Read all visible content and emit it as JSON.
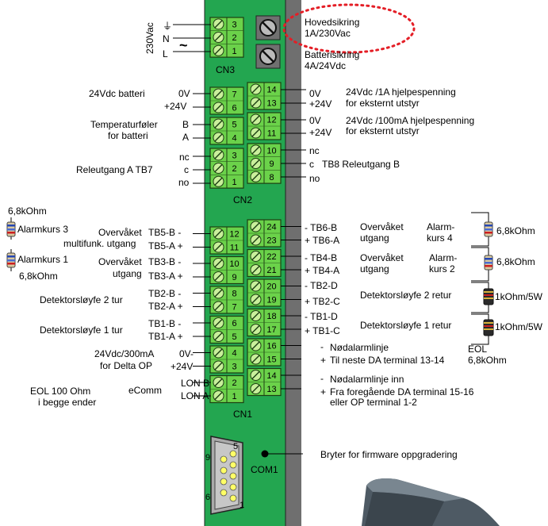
{
  "colors": {
    "board": "#23a650",
    "terminal": "#6bd24a",
    "rail": "#6f6f6f",
    "dashed_circle": "#e41e26",
    "pin": "#ffff66"
  },
  "fuses": {
    "main": [
      "Hovedsikring",
      "1A/230Vac"
    ],
    "battery": [
      "Batterisikring",
      "4A/24Vdc"
    ]
  },
  "cn3": {
    "name": "CN3",
    "voltage": "230Vac",
    "pins": [
      "3",
      "2",
      "1"
    ],
    "signals": [
      "⏚",
      "N",
      "L"
    ],
    "tilde": "~"
  },
  "cn2": {
    "name": "CN2",
    "left_pins": [
      "7",
      "6",
      "5",
      "4",
      "3",
      "2",
      "1"
    ],
    "left_signals": [
      "0V",
      "+24V",
      "B",
      "A",
      "nc",
      "c",
      "no"
    ],
    "right_pins": [
      "14",
      "13",
      "12",
      "11",
      "10",
      "9",
      "8"
    ],
    "right_signals": [
      "0V",
      "+24V",
      "0V",
      "+24V",
      "nc",
      "c",
      "no"
    ],
    "left_labels": {
      "battery": "24Vdc batteri",
      "temp": [
        "Temperaturføler",
        "for batteri"
      ],
      "relay_a": "Releutgang A TB7"
    },
    "right_labels": {
      "aux1": [
        "24Vdc /1A hjelpespenning",
        "for eksternt utstyr"
      ],
      "aux2": [
        "24Vdc /100mA hjelpespenning",
        "for eksternt utstyr"
      ],
      "relay_b": "TB8 Releutgang B"
    }
  },
  "cn1": {
    "name": "CN1",
    "left_pins": [
      "12",
      "11",
      "10",
      "9",
      "8",
      "7",
      "6",
      "5",
      "4",
      "3",
      "2",
      "1"
    ],
    "left_signals": [
      "TB5-B  -",
      "TB5-A  +",
      "TB3-B  -",
      "TB3-A  +",
      "TB2-B  -",
      "TB2-A  +",
      "TB1-B  -",
      "TB1-A  +",
      "0V-",
      "+24V",
      "LON B",
      "LON A"
    ],
    "right_pins": [
      "24",
      "23",
      "22",
      "21",
      "20",
      "19",
      "18",
      "17",
      "16",
      "15",
      "14",
      "13"
    ],
    "right_signals": [
      "-  TB6-B",
      "+  TB6-A",
      "-  TB4-B",
      "+  TB4-A",
      "-  TB2-D",
      "+  TB2-C",
      "-  TB1-D",
      "+  TB1-C",
      "-",
      "+",
      "-",
      "+"
    ],
    "left_labels": {
      "monitored_a": [
        "Overvåket",
        "multifunk. utgang"
      ],
      "monitored_b": [
        "Overvåket",
        "utgang"
      ],
      "loop2": "Detektorsløyfe 2 tur",
      "loop1": "Detektorsløyfe 1 tur",
      "delta": [
        "24Vdc/300mA",
        "for Delta OP"
      ],
      "ecomm": "eComm",
      "eol": [
        "EOL 100 Ohm",
        "i begge ender"
      ]
    },
    "right_labels": {
      "monitored_6": [
        "Overvåket",
        "utgang"
      ],
      "monitored_4": [
        "Overvåket",
        "utgang"
      ],
      "alarm4": [
        "Alarm-",
        "kurs 4"
      ],
      "alarm2": [
        "Alarm-",
        "kurs 2"
      ],
      "loop2_ret": "Detektorsløyfe 2 retur",
      "loop1_ret": "Detektorsløyfe 1 retur",
      "emerg_out": [
        "Nødalarmlinje",
        "Til neste DA terminal 13-14"
      ],
      "emerg_in": [
        "Nødalarmlinje  inn",
        "Fra foregående DA terminal 15-16",
        "eller OP terminal 1-2"
      ],
      "eol": [
        "EOL",
        "6,8kOhm"
      ]
    }
  },
  "resistors": {
    "left_top_value": "6,8kOhm",
    "left_bottom_value": "6,8kOhm",
    "alarm3": "Alarmkurs 3",
    "alarm1": "Alarmkurs 1",
    "r_alarm4": "6,8kOhm",
    "r_alarm2": "6,8kOhm",
    "r_loop2": "1kOhm/5W",
    "r_loop1": "1kOhm/5W"
  },
  "com1": {
    "name": "COM1",
    "pins": [
      "5",
      "9",
      "6",
      "1"
    ],
    "switch_label": "Bryter for firmware oppgradering"
  }
}
